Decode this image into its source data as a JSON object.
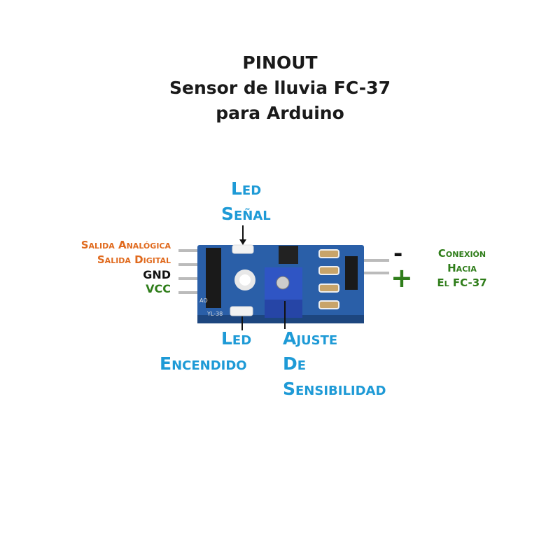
{
  "title": {
    "line1": "PINOUT",
    "line2": "Sensor de lluvia FC-37",
    "line3": "para Arduino"
  },
  "pins_left": [
    {
      "label": "Salida Analógica",
      "color": "#e06a1e"
    },
    {
      "label": "Salida Digital",
      "color": "#e06a1e"
    },
    {
      "label": "GND",
      "color": "#111111"
    },
    {
      "label": "VCC",
      "color": "#2f7d1a"
    }
  ],
  "led_signal": {
    "line1": "Led",
    "line2": "Señal"
  },
  "led_power": {
    "line1": "Led",
    "line2": "Encendido"
  },
  "sensitivity": {
    "line1": "Ajuste",
    "line2": "De",
    "line3": "Sensibilidad"
  },
  "connection": {
    "line1": "Conexión",
    "line2": "Hacia",
    "line3": "El FC-37",
    "minus": "-",
    "plus": "+"
  },
  "board": {
    "silk_ao": "AO",
    "silk_model": "YL-38"
  },
  "colors": {
    "blue_label": "#1e9ad6",
    "orange_label": "#e06a1e",
    "green_label": "#2f7d1a",
    "board": "#2a5fa8"
  }
}
